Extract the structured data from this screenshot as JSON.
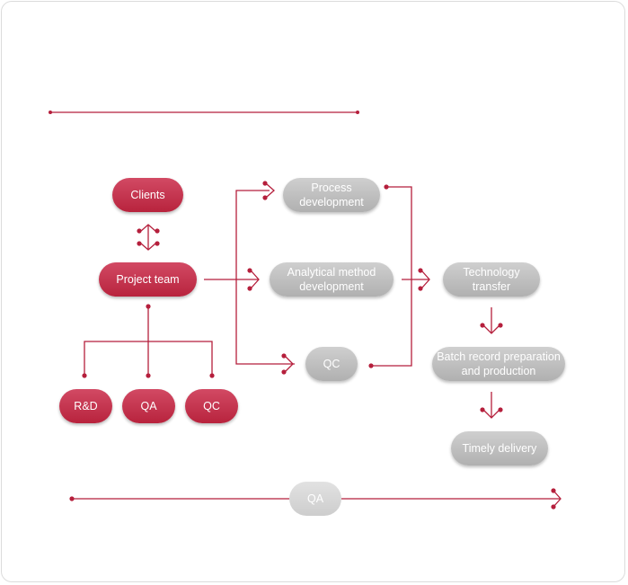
{
  "diagram": {
    "nodes": {
      "clients": "Clients",
      "project_team": "Project team",
      "rnd": "R&D",
      "qa": "QA",
      "qc": "QC",
      "process_dev_line1": "Process",
      "process_dev_line2": "development",
      "analytical_line1": "Analytical method",
      "analytical_line2": "development",
      "qc_flow": "QC",
      "tech_transfer_line1": "Technology",
      "tech_transfer_line2": "transfer",
      "batch_line1": "Batch record preparation",
      "batch_line2": "and production",
      "timely_delivery": "Timely delivery",
      "qa_bar": "QA"
    },
    "colors": {
      "accent": "#c0284a",
      "gray_node": "#bdbdbd",
      "line": "#b51f3c"
    }
  }
}
